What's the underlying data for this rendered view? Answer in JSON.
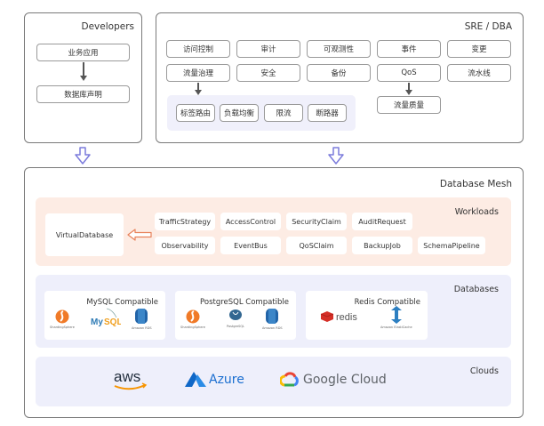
{
  "developers": {
    "title": "Developers",
    "items": [
      "业务应用",
      "数据库声明"
    ]
  },
  "sre": {
    "title": "SRE / DBA",
    "row1": [
      "访问控制",
      "审计",
      "可观测性",
      "事件",
      "变更"
    ],
    "row2": [
      "流量治理",
      "安全",
      "备份",
      "QoS",
      "流水线"
    ],
    "traffic_sub": [
      "标签路由",
      "负载均衡",
      "限流",
      "断路器"
    ],
    "qos_sub": "流量质量"
  },
  "mesh": {
    "title": "Database Mesh",
    "workloads": {
      "title": "Workloads",
      "virtual_database": "VirtualDatabase",
      "row1": [
        "TrafficStrategy",
        "AccessControl",
        "SecurityClaim",
        "AuditRequest"
      ],
      "row2": [
        "Observability",
        "EventBus",
        "QoSClaim",
        "BackupJob",
        "SchemaPipeline"
      ]
    },
    "databases": {
      "title": "Databases",
      "cards": [
        {
          "title": "MySQL Compatible",
          "logos": [
            {
              "name": "ShardingSphere",
              "caption": "ShardingSphere"
            },
            {
              "name": "MySQL",
              "caption": ""
            },
            {
              "name": "Amazon RDS",
              "caption": "Amazon RDS"
            }
          ]
        },
        {
          "title": "PostgreSQL Compatible",
          "logos": [
            {
              "name": "ShardingSphere",
              "caption": "ShardingSphere"
            },
            {
              "name": "PostgreSQL",
              "caption": "PostgreSQL"
            },
            {
              "name": "Amazon RDS",
              "caption": "Amazon RDS"
            }
          ]
        },
        {
          "title": "Redis Compatible",
          "logos": [
            {
              "name": "redis",
              "caption": ""
            },
            {
              "name": "Amazon ElastiCache",
              "caption": "Amazon ElastiCache"
            }
          ]
        }
      ]
    },
    "clouds": {
      "title": "Clouds",
      "providers": [
        "aws",
        "Azure",
        "Google Cloud"
      ]
    }
  },
  "colors": {
    "panel_border": "#7a7a7a",
    "hollow_arrow": "#7b7bdc",
    "workloads_bg": "#fdece4",
    "databases_bg": "#eeeffb",
    "clouds_bg": "#eeeffb",
    "sub_area_bg": "#f0f0fb",
    "orange_arrow": "#e8825a"
  }
}
